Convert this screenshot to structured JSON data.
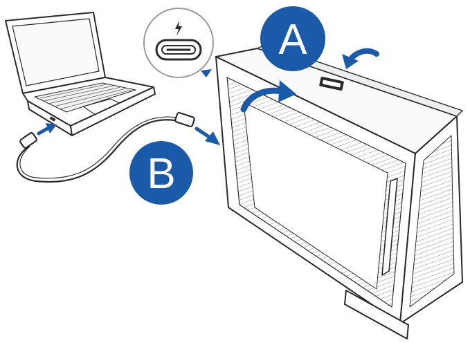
{
  "callouts": [
    {
      "id": "A",
      "label": "A",
      "color": "#1b5aa8"
    },
    {
      "id": "B",
      "label": "B",
      "color": "#1b5aa8"
    }
  ],
  "icons": {
    "port_zoom": "thunderbolt-usb-c-port-icon",
    "laptop": "laptop-icon",
    "enclosure": "egpu-enclosure-icon",
    "cable": "usb-c-cable-icon"
  },
  "colors": {
    "line": "#2a2a2a",
    "arrow": "#1b5aa8",
    "accent": "#1b5aa8",
    "background": "#ffffff"
  }
}
